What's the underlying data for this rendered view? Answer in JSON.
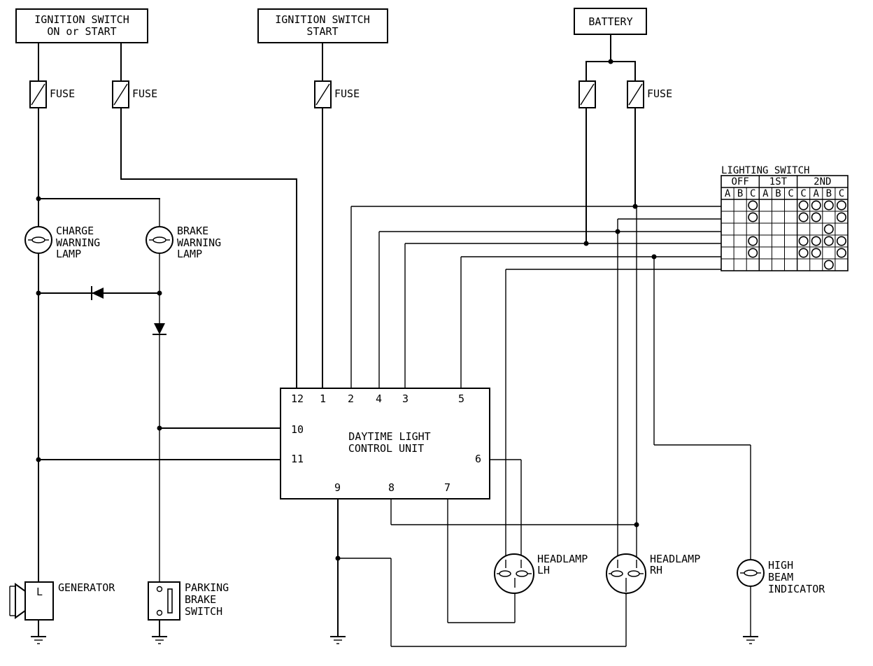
{
  "power_sources": {
    "ign_on_start_line1": "IGNITION SWITCH",
    "ign_on_start_line2": "ON or START",
    "ign_start_line1": "IGNITION SWITCH",
    "ign_start_line2": "START",
    "battery": "BATTERY"
  },
  "fuse_label": "FUSE",
  "lamps": {
    "charge_line1": "CHARGE",
    "charge_line2": "WARNING",
    "charge_line3": "LAMP",
    "brake_line1": "BRAKE",
    "brake_line2": "WARNING",
    "brake_line3": "LAMP",
    "headlamp_lh_line1": "HEADLAMP",
    "headlamp_lh_line2": "LH",
    "headlamp_rh_line1": "HEADLAMP",
    "headlamp_rh_line2": "RH",
    "high_beam_line1": "HIGH",
    "high_beam_line2": "BEAM",
    "high_beam_line3": "INDICATOR"
  },
  "generator": {
    "label": "GENERATOR",
    "terminal": "L"
  },
  "parking_brake": {
    "line1": "PARKING",
    "line2": "BRAKE",
    "line3": "SWITCH"
  },
  "control_unit": {
    "line1": "DAYTIME LIGHT",
    "line2": "CONTROL UNIT",
    "pins": {
      "p12": "12",
      "p1": "1",
      "p2": "2",
      "p4": "4",
      "p3": "3",
      "p5": "5",
      "p10": "10",
      "p11": "11",
      "p6": "6",
      "p9": "9",
      "p8": "8",
      "p7": "7"
    }
  },
  "lighting_switch": {
    "title": "LIGHTING SWITCH",
    "positions": [
      "OFF",
      "1ST",
      "2ND"
    ],
    "columns": [
      "A",
      "B",
      "C",
      "A",
      "B",
      "C",
      "C",
      "A",
      "B",
      "C"
    ],
    "rows": [
      [
        0,
        0,
        1,
        0,
        0,
        0,
        1,
        1,
        1,
        1
      ],
      [
        0,
        0,
        1,
        0,
        0,
        0,
        1,
        1,
        0,
        1
      ],
      [
        0,
        0,
        0,
        0,
        0,
        0,
        0,
        0,
        1,
        0
      ],
      [
        0,
        0,
        1,
        0,
        0,
        0,
        1,
        1,
        1,
        1
      ],
      [
        0,
        0,
        1,
        0,
        0,
        0,
        1,
        1,
        0,
        1
      ],
      [
        0,
        0,
        0,
        0,
        0,
        0,
        0,
        0,
        1,
        0
      ]
    ]
  }
}
